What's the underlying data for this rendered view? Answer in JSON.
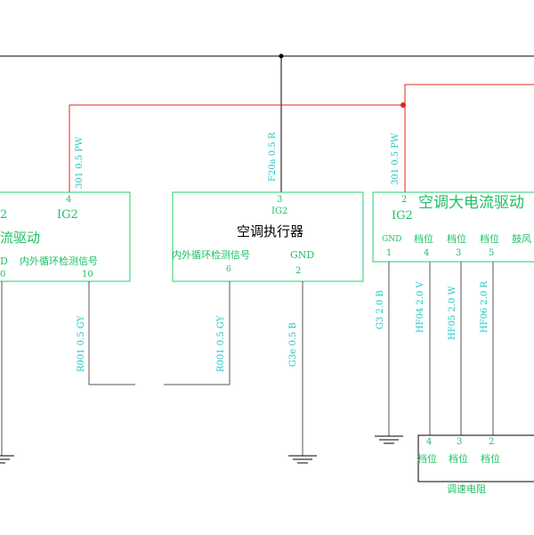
{
  "wire_labels": {
    "w301_left": "301 0.5 PW",
    "f20a": "F20a 0.5 R",
    "w301_right": "301 0.5 PW",
    "r001_left": "R001 0.5 GY",
    "r001_mid": "R001 0.5 GY",
    "g3e": "G3e 0.5 B",
    "g3": "G3 2.0 B",
    "hf04": "HF04 2.0 V",
    "hf05": "HF05 2.0 W",
    "hf06": "HF06 2.0 R"
  },
  "left_module": {
    "pin_top": "4",
    "pin_left_top": "2",
    "ig2": "IG2",
    "name": "流驱动",
    "gnd_partial": "D",
    "signal_label": "内外循环检测信号",
    "pin_signal": "10",
    "pin_gnd_partial": "0"
  },
  "middle_module": {
    "pin_top": "3",
    "ig2": "IG2",
    "name": "空调执行器",
    "signal_label": "内外循环检测信号",
    "gnd": "GND",
    "pin_signal": "6",
    "pin_gnd": "2"
  },
  "right_module": {
    "pin_top": "2",
    "ig2": "IG2",
    "name": "空调大电流驱动",
    "gnd": "GND",
    "gear1": "档位",
    "gear2": "档位",
    "gear3": "档位",
    "fan": "鼓风",
    "pin_gnd": "1",
    "pin_g1": "4",
    "pin_g2": "3",
    "pin_g3": "5"
  },
  "resistor": {
    "pin_a": "4",
    "pin_b": "3",
    "pin_c": "2",
    "gear_a": "档位",
    "gear_b": "档位",
    "gear_c": "档位",
    "name": "调速电阻"
  }
}
